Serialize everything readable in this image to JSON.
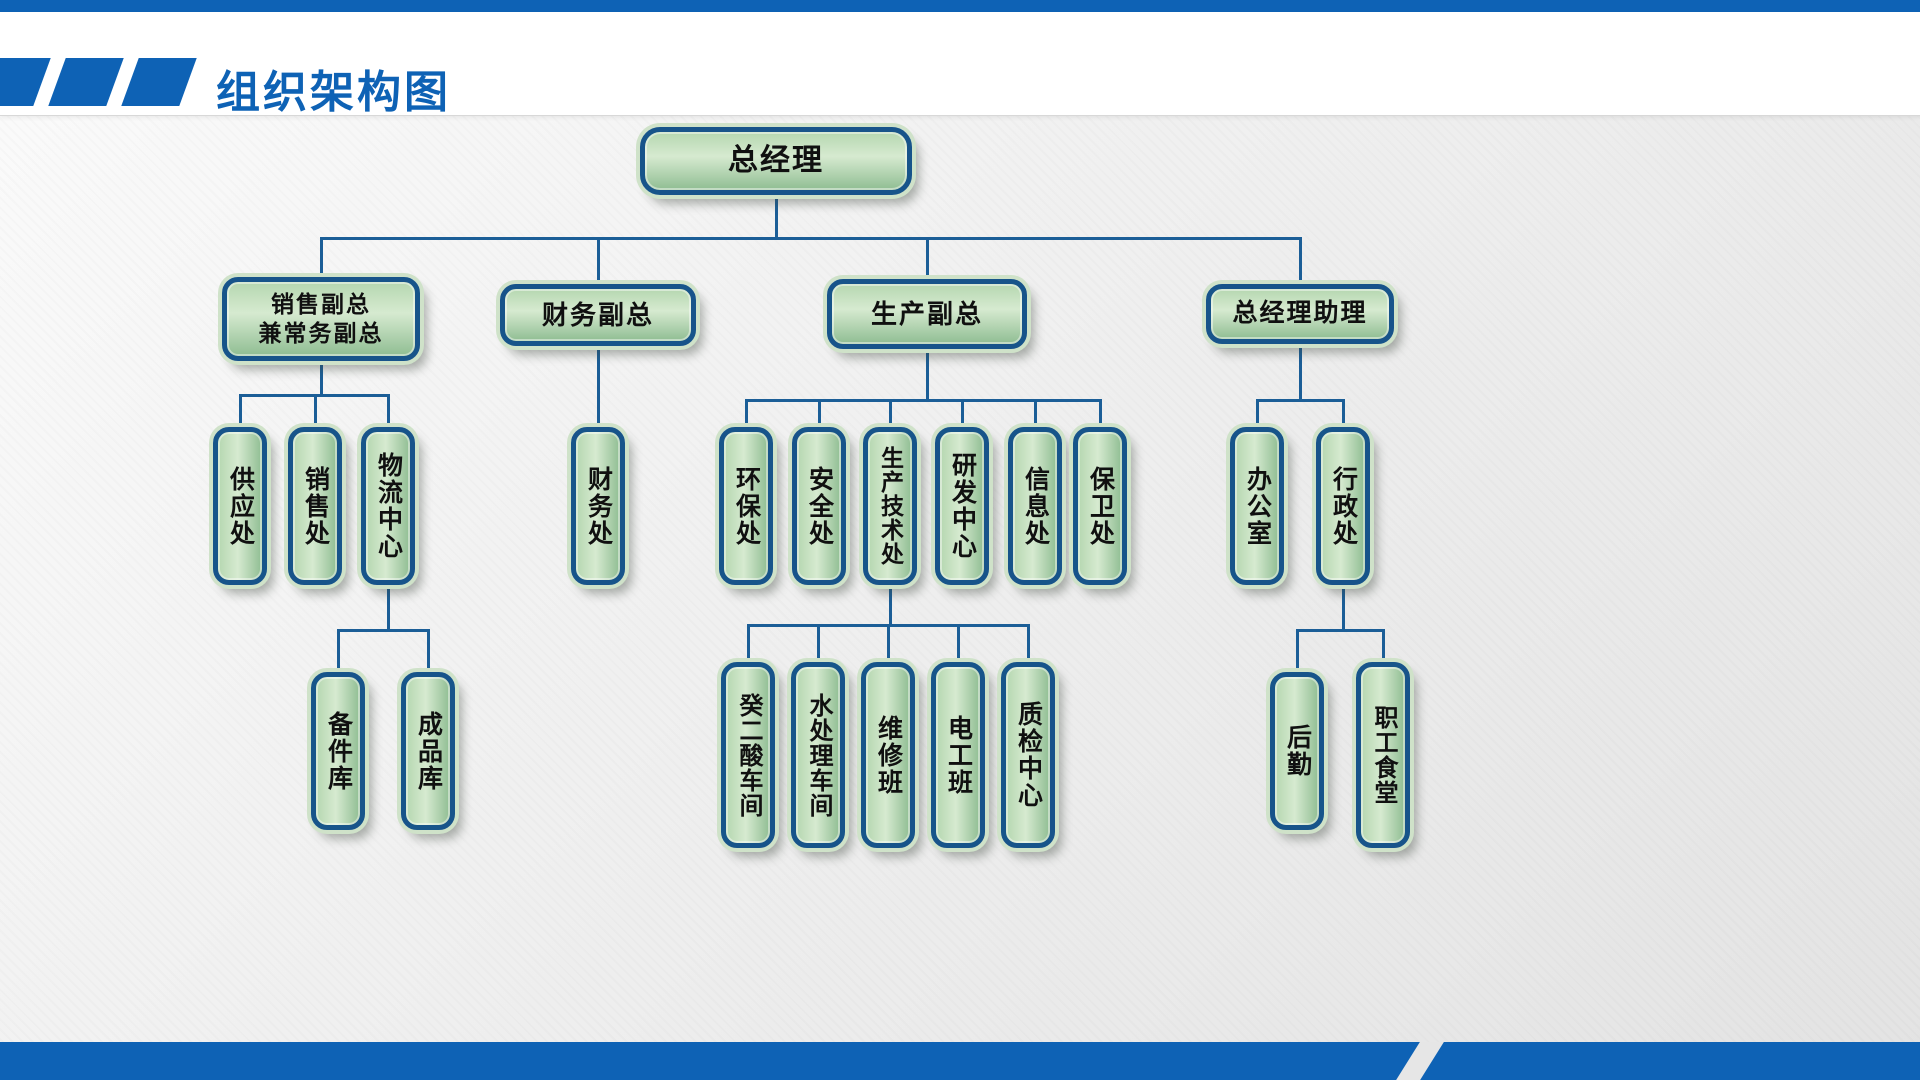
{
  "slide": {
    "title": "组织架构图"
  },
  "colors": {
    "accent": "#0e62b5",
    "navy": "#17548a",
    "connector": "#1b5e97",
    "fill_light": "#d6ead0",
    "fill_mid": "#b5d7b0",
    "fill_dark": "#8fbd92",
    "ring": "#cfe2c9"
  },
  "nodes": {
    "gm": "总经理",
    "sales_vp_line1": "销售副总",
    "sales_vp_line2": "兼常务副总",
    "finance_vp": "财务副总",
    "production_vp": "生产副总",
    "gm_assistant": "总经理助理",
    "supply": "供应处",
    "sales_dept": "销售处",
    "logistics_center": "物流中心",
    "finance_dept": "财务处",
    "environment": "环保处",
    "safety": "安全处",
    "production_tech": "生产技术处",
    "rd_center": "研发中心",
    "information": "信息处",
    "security": "保卫处",
    "office": "办公室",
    "admin": "行政处",
    "spare_parts": "备件库",
    "finished_goods": "成品库",
    "sebacic_workshop": "癸二酸车间",
    "water_treatment": "水处理车间",
    "maintenance": "维修班",
    "electrician": "电工班",
    "quality_center": "质检中心",
    "logistics_support": "后勤",
    "staff_canteen": "职工食堂"
  }
}
